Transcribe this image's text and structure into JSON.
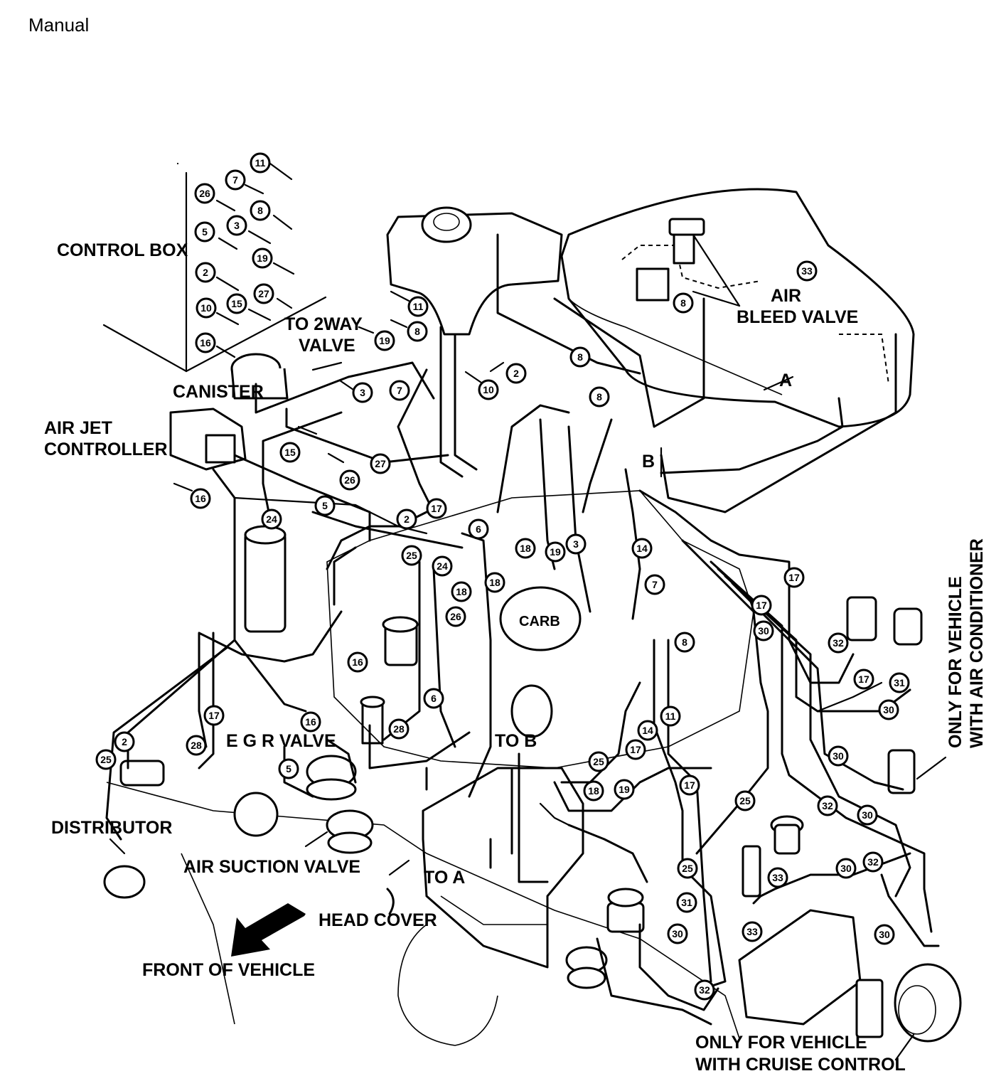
{
  "header": {
    "title": "Manual"
  },
  "labels": {
    "control_box": "CONTROL BOX",
    "to_2way_valve_line1": "TO 2WAY",
    "to_2way_valve_line2": "VALVE",
    "canister": "CANISTER",
    "air_jet_controller_line1": "AIR JET",
    "air_jet_controller_line2": "CONTROLLER",
    "air_bleed_valve_line1": "AIR",
    "air_bleed_valve_line2": "BLEED VALVE",
    "point_a": "A",
    "point_b": "B",
    "carb": "CARB",
    "egr_valve": "E G R VALVE",
    "to_b": "TO B",
    "distributor": "DISTRIBUTOR",
    "air_suction_valve": "AIR SUCTION VALVE",
    "to_a": "TO A",
    "head_cover": "HEAD COVER",
    "front_of_vehicle": "FRONT OF VEHICLE",
    "ac_only_line1": "ONLY FOR VEHICLE",
    "ac_only_line2": "WITH AIR CONDITIONER",
    "cruise_only_line1": "ONLY FOR VEHICLE",
    "cruise_only_line2": "WITH CRUISE CONTROL"
  },
  "hose_callouts": {
    "control_box_ports": [
      "11",
      "7",
      "26",
      "8",
      "5",
      "3",
      "19",
      "2",
      "27",
      "10",
      "15",
      "16"
    ],
    "upper": [
      "11",
      "8",
      "19",
      "2",
      "10",
      "3",
      "7",
      "8",
      "8",
      "33",
      "8"
    ],
    "middle": [
      "15",
      "27",
      "26",
      "16",
      "5",
      "17",
      "2",
      "24",
      "25",
      "24",
      "6",
      "18",
      "19",
      "3",
      "14",
      "18",
      "18",
      "7",
      "26",
      "17",
      "17"
    ],
    "lower": [
      "16",
      "6",
      "28",
      "16",
      "5",
      "17",
      "28",
      "2",
      "25",
      "8",
      "30",
      "32",
      "17",
      "31",
      "30",
      "11",
      "14",
      "17",
      "25",
      "18",
      "19",
      "17",
      "25",
      "30",
      "32",
      "30"
    ],
    "bottom": [
      "25",
      "31",
      "30",
      "32",
      "33",
      "33",
      "30",
      "32",
      "30"
    ]
  }
}
